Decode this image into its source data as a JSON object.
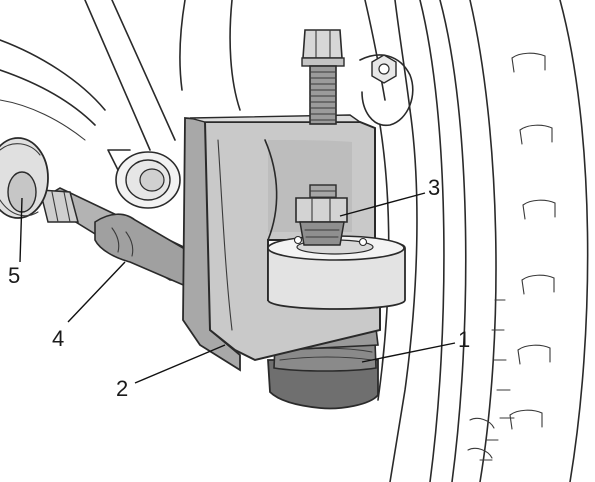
{
  "figure": {
    "callouts": [
      "1",
      "2",
      "3",
      "4",
      "5"
    ]
  },
  "colors": {
    "background": "#ffffff",
    "tool_body": "#c9c9c9",
    "tool_shadow": "#a8a8a8",
    "cup": "#e3e3e3",
    "rod": "#9b9b9b",
    "dark_boot": "#6f6f6f",
    "outline": "#2a2a2a"
  }
}
